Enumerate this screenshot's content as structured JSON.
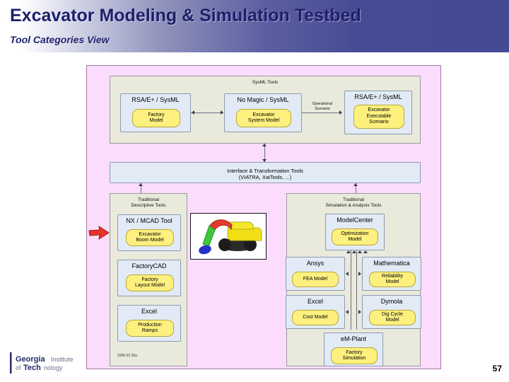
{
  "header": {
    "title": "Excavator Modeling & Simulation Testbed",
    "subtitle": "Tool Categories View"
  },
  "slide": {
    "page_number": "57",
    "date_stamp": "2006 02 26a",
    "logo_line1": "Georgia",
    "logo_line2": "Institute",
    "logo_line3": "of Technology",
    "panel_color": "#fcdcfc",
    "group_color": "#e9e9dc",
    "tool_color": "#e2ebf5",
    "model_color": "#fdf07f",
    "accent_arrow_color": "#e8342a"
  },
  "diagram": {
    "groups": [
      {
        "id": "sysml-tools",
        "title": "SysML Tools",
        "tools": [
          {
            "name": "RSA/E+ / SysML",
            "model": "Factory\nModel"
          },
          {
            "name": "No Magic / SysML",
            "model": "Excavator\nSystem Model"
          },
          {
            "name": "RSA/E+ / SysML",
            "model": "Excavator\nExecutable\nScenario"
          }
        ]
      },
      {
        "id": "interface-tools",
        "title": "Interface & Transformation Tools",
        "subtitle": "(VIATRA, XaiTools, ...)",
        "tools": []
      },
      {
        "id": "descriptive-tools",
        "title": "Traditional\nDescriptive Tools",
        "tools": [
          {
            "name": "NX / MCAD Tool",
            "model": "Excavator\nBoom Model"
          },
          {
            "name": "FactoryCAD",
            "model": "Factory\nLayout Model"
          },
          {
            "name": "Excel",
            "model": "Production\nRamps"
          }
        ]
      },
      {
        "id": "simulation-tools",
        "title": "Traditional\nSimulation & Analysis Tools",
        "tools": [
          {
            "name": "ModelCenter",
            "model": "Optimization\nModel"
          },
          {
            "name": "Ansys",
            "model": "FEA Model"
          },
          {
            "name": "Mathematica",
            "model": "Reliability\nModel"
          },
          {
            "name": "Excel",
            "model": "Cost Model"
          },
          {
            "name": "Dymola",
            "model": "Dig Cycle\nModel"
          },
          {
            "name": "eM-Plant",
            "model": "Factory\nSimulation"
          }
        ]
      }
    ],
    "edges": [
      {
        "label": "Operational\nScenario"
      }
    ],
    "image_caption": "excavator-illustration"
  }
}
